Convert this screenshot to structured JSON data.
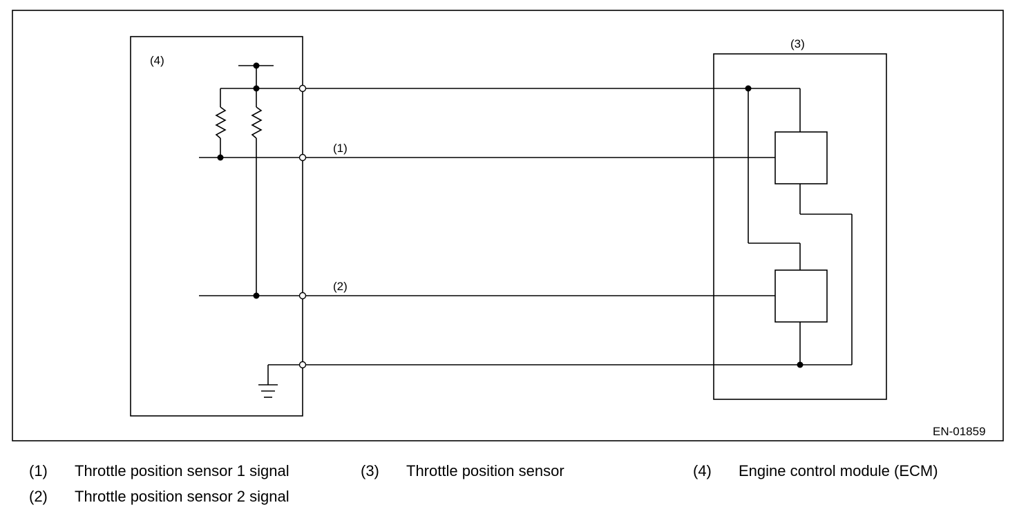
{
  "diagram": {
    "code": "EN-01859",
    "callouts": {
      "c1": "(1)",
      "c2": "(2)",
      "c3": "(3)",
      "c4": "(4)"
    }
  },
  "legend": [
    {
      "num": "(1)",
      "text": "Throttle position sensor 1 signal"
    },
    {
      "num": "(2)",
      "text": "Throttle position sensor 2 signal"
    },
    {
      "num": "(3)",
      "text": "Throttle position sensor"
    },
    {
      "num": "(4)",
      "text": "Engine control module (ECM)"
    }
  ]
}
